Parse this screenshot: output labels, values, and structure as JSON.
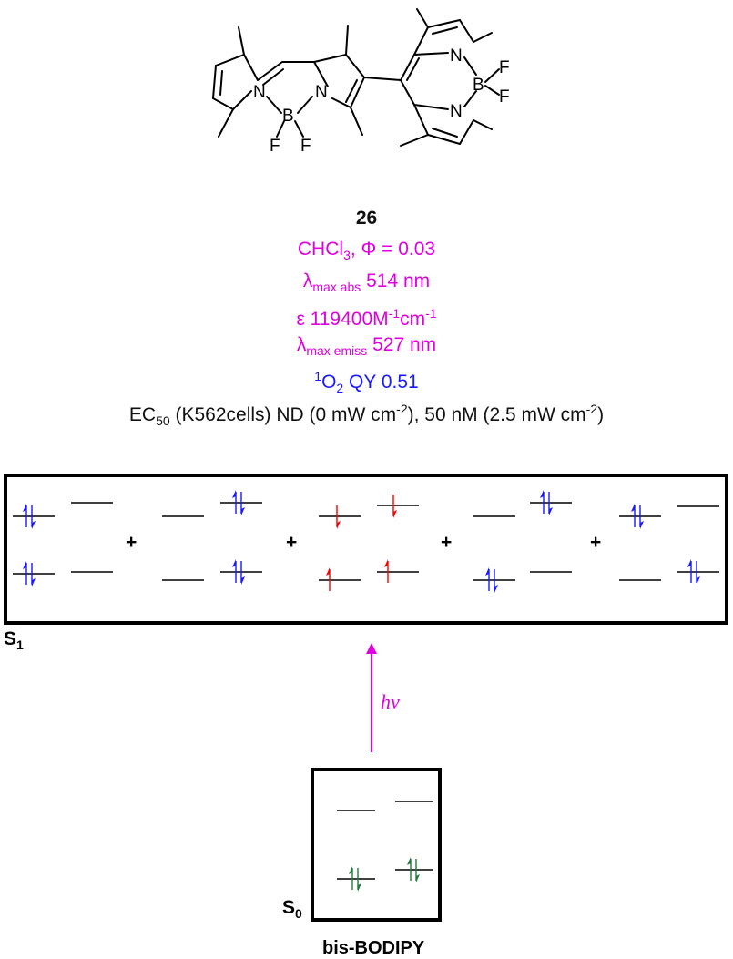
{
  "molecule": {
    "atoms": {
      "n": "N",
      "b": "B",
      "f": "F"
    }
  },
  "compound": {
    "number": "26",
    "solvent": "CHCl",
    "solvent_sub": "3",
    "phi": ", Φ = 0.03",
    "lambda_abs_symbol": "λ",
    "lambda_abs_sub": "max abs",
    "lambda_abs_value": " 514 nm",
    "epsilon": "ε 119400M",
    "epsilon_sup1": "-1",
    "epsilon_cm": "cm",
    "epsilon_sup2": "-1",
    "lambda_em_symbol": "λ",
    "lambda_em_sub": "max emiss",
    "lambda_em_value": " 527 nm",
    "singlet_o2_sup": "1",
    "singlet_o2": "O",
    "singlet_o2_sub": "2",
    "singlet_o2_qy": " QY 0.51",
    "ec50": "EC",
    "ec50_sub": "50",
    "ec50_text1": " (K562cells) ND (0 mW cm",
    "ec50_sup1": "-2",
    "ec50_text2": "), 50 nM (2.5 mW cm",
    "ec50_sup2": "-2",
    "ec50_text3": ")"
  },
  "diagram": {
    "s1_label": "S",
    "s1_sub": "1",
    "s0_label": "S",
    "s0_sub": "0",
    "plus": "+",
    "excitation": "hν",
    "caption": "bis-BODIPY"
  },
  "colors": {
    "magenta": "#e000e0",
    "blue": "#1a1aff",
    "red": "#ff0000",
    "green": "#1f7a3c",
    "black": "#000000"
  }
}
